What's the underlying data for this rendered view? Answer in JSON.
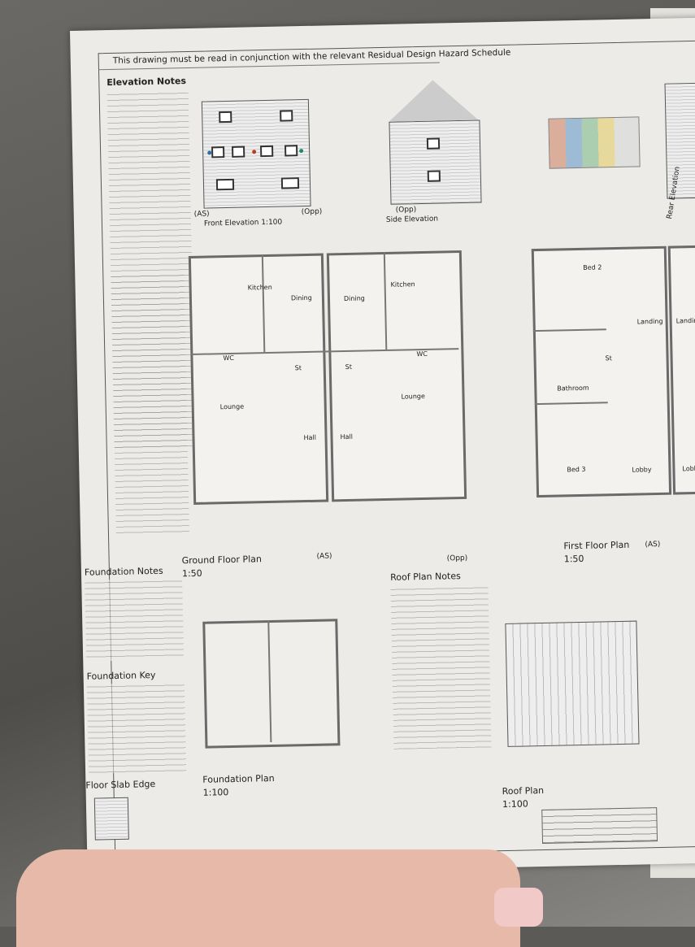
{
  "banner": "This drawing must be read in conjunction with the relevant Residual Design Hazard Schedule",
  "elevations": {
    "notes_title": "Elevation Notes",
    "front_title": "Front Elevation 1:100",
    "side_title": "Side Elevation",
    "rear_title": "Rear Elevation",
    "as_label": "(AS)",
    "opp_label": "(Opp)"
  },
  "ground_floor": {
    "title": "Ground Floor Plan",
    "scale": "1:50",
    "as_label": "(AS)",
    "opp_label": "(Opp)",
    "rooms": [
      "Kitchen",
      "Dining",
      "Dining",
      "Kitchen",
      "WC",
      "St",
      "St",
      "WC",
      "Lounge",
      "Lounge",
      "Hall",
      "Hall"
    ]
  },
  "first_floor": {
    "title": "First Floor Plan",
    "scale": "1:50",
    "as_label": "(AS)",
    "rooms": [
      "Bed 2",
      "Landing",
      "Landing",
      "St",
      "Bathroom",
      "Bed 3",
      "Lobby",
      "Lobby"
    ]
  },
  "foundation": {
    "notes_title": "Foundation Notes",
    "key_title": "Foundation Key",
    "slab_title": "Floor Slab Edge",
    "plan_title": "Foundation Plan",
    "plan_scale": "1:100"
  },
  "roof": {
    "notes_title": "Roof Plan Notes",
    "plan_title": "Roof Plan",
    "plan_scale": "1:100"
  },
  "colors": {
    "paper": "#ecebe7",
    "line": "#555555",
    "accent_red": "#c0392b",
    "accent_blue": "#2e6fa8",
    "accent_teal": "#1f8a70"
  }
}
